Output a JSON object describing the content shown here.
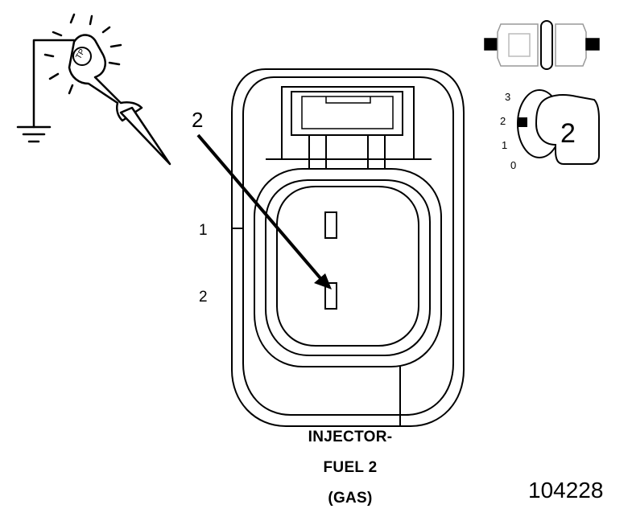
{
  "diagram": {
    "pin_labels": [
      "1",
      "2"
    ],
    "callout_number": "2",
    "test_light_badge": "TP",
    "position_scale": [
      "3",
      "2",
      "1",
      "0"
    ],
    "position_value": "2",
    "caption": [
      "INJECTOR-",
      "FUEL 2",
      "(GAS)"
    ],
    "figure_id": "104228"
  }
}
